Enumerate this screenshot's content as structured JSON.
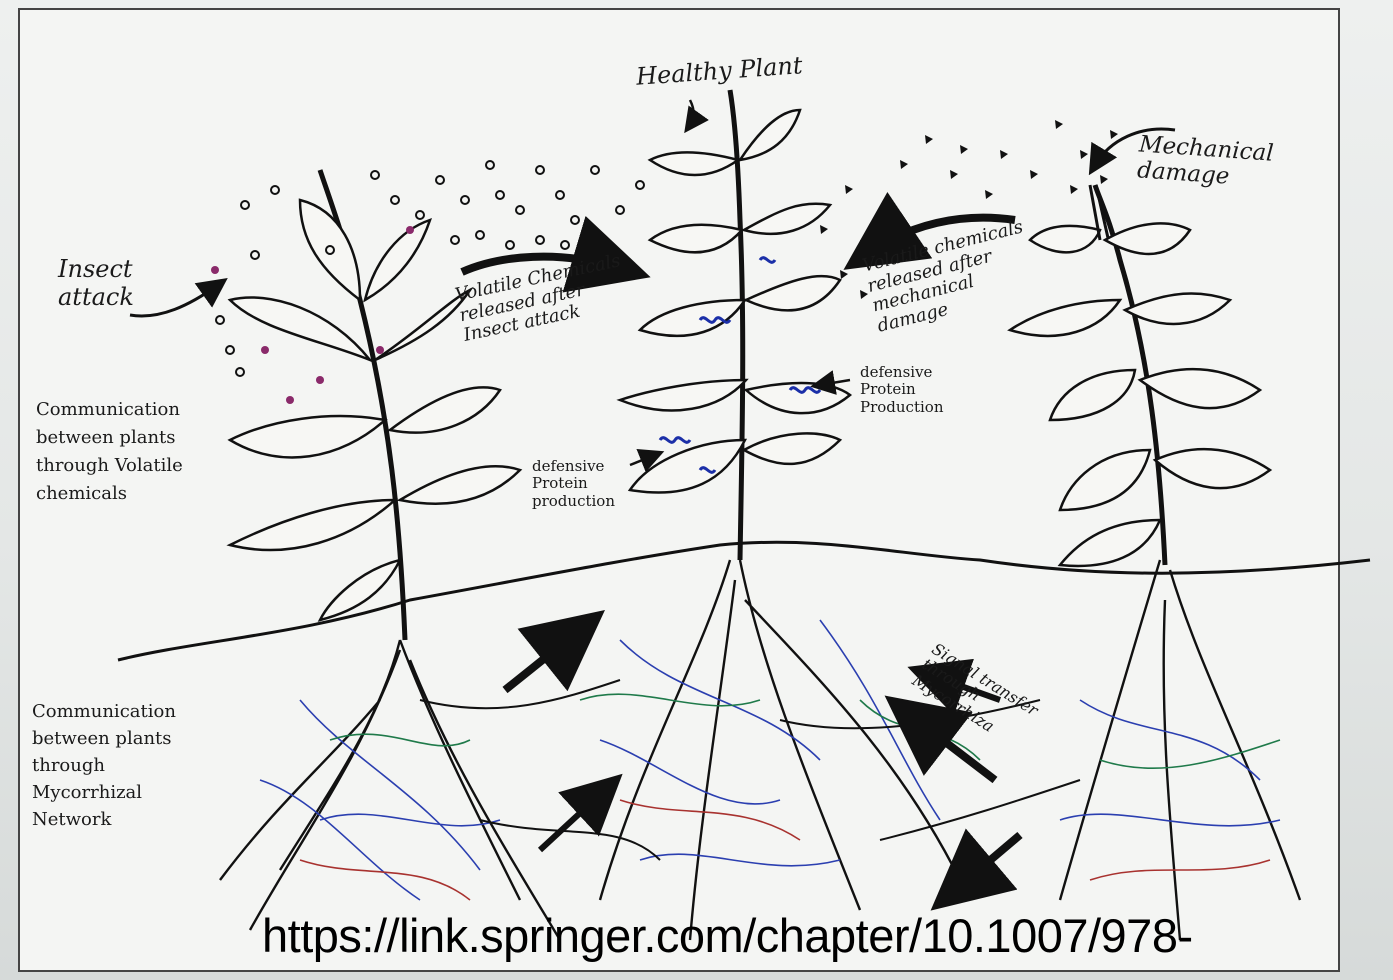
{
  "labels": {
    "insect_attack": "Insect\nattack",
    "healthy_plant": "Healthy Plant",
    "mechanical_damage": "Mechanical\ndamage",
    "volatile_insect": "Volatile Chemicals\nreleased after\nInsect attack",
    "volatile_mechanical": "Volatile chemicals\nreleased after\nmechanical\ndamage",
    "comm_volatile": "Communication\nbetween plants\nthrough Volatile\nchemicals",
    "defensive_left": "defensive\nProtein\nproduction",
    "defensive_right": "defensive\nProtein\nProduction",
    "comm_mycorrhizal": "Communication\nbetween plants\nthrough\nMycorrhizal\nNetwork",
    "signal_transfer": "Signal transfer\nthrough\nMycorrhiza"
  },
  "url_text": "https://link.springer.com/chapter/10.1007/978-",
  "colors": {
    "ink": "#111111",
    "root_blue": "#2b3fb0",
    "root_green": "#1f7a4a",
    "root_red": "#a8322f",
    "protein_blue": "#1b2fa8",
    "insect_spot": "#8a2a6a"
  }
}
